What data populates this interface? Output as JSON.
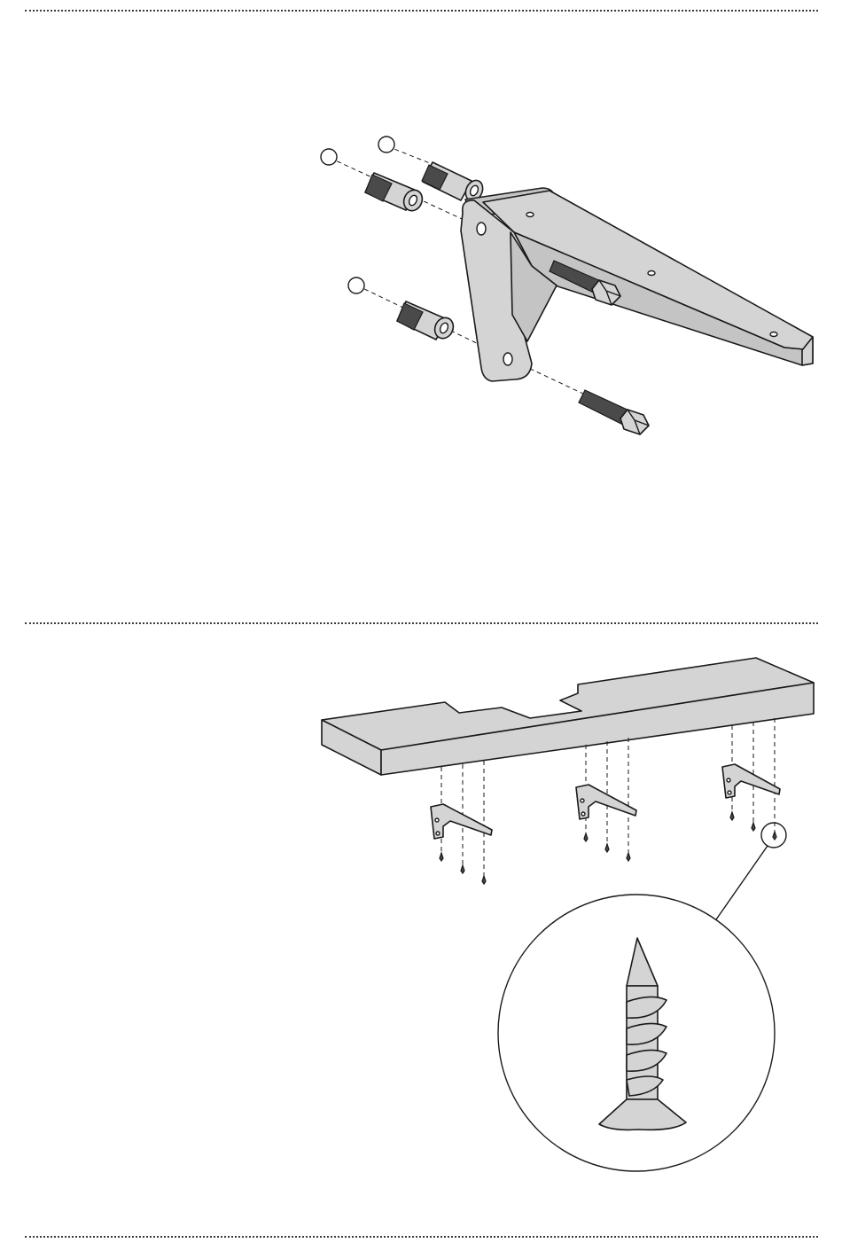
{
  "diagram": {
    "panels": [
      {
        "id": "wall-mounting",
        "parts": [
          "bracket",
          "wall-plug",
          "lag-bolt",
          "drill-hole-marker"
        ]
      },
      {
        "id": "shelf-attachment",
        "parts": [
          "shelf-board",
          "bracket",
          "wood-screw",
          "screw-detail-magnifier"
        ]
      }
    ],
    "colors": {
      "part_fill": "#d4d4d4",
      "outline": "#1a1a1a",
      "thread_fill": "#4a4a4a",
      "background": "#ffffff"
    }
  }
}
